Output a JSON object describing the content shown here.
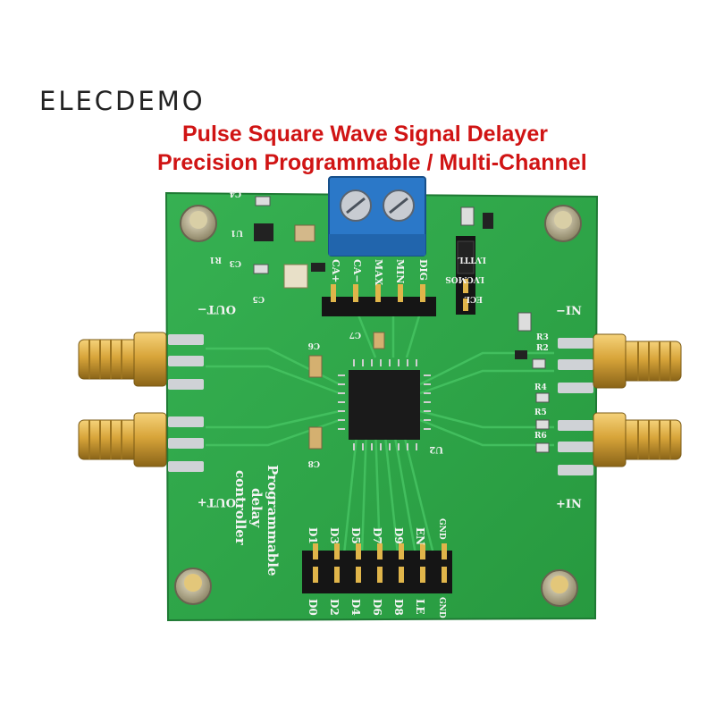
{
  "brand": "ELECDEMO",
  "headline": {
    "line1": "Pulse Square Wave Signal Delayer",
    "line2": "Precision Programmable / Multi-Channel"
  },
  "silkscreen": {
    "out_minus": "OUT−",
    "out_plus": "OUT+",
    "in_minus": "−IN",
    "in_plus": "+IN",
    "board_title": [
      "Programmable",
      "delay",
      "controller"
    ],
    "top_header": [
      "CA+",
      "CA−",
      "MAX",
      "MIN",
      "DIG"
    ],
    "jumper": [
      "LVTTL",
      "LVCMOS",
      "ECL"
    ],
    "bottom_top": [
      "D1",
      "D3",
      "D5",
      "D7",
      "D9",
      "EN",
      "GND"
    ],
    "bottom_bottom": [
      "D0",
      "D2",
      "D4",
      "D6",
      "D8",
      "LE",
      "GND"
    ],
    "chip": "U2",
    "refs": [
      "C4",
      "U1",
      "R1",
      "C3",
      "C5",
      "C6",
      "C7",
      "C8",
      "R2",
      "R3",
      "R4",
      "R5",
      "R6"
    ]
  },
  "colors": {
    "pcb": "#2fa84a",
    "pcb_dark": "#22883a",
    "gold": "#d8a53a",
    "terminal": "#2b78c8",
    "title_red": "#d01414"
  }
}
